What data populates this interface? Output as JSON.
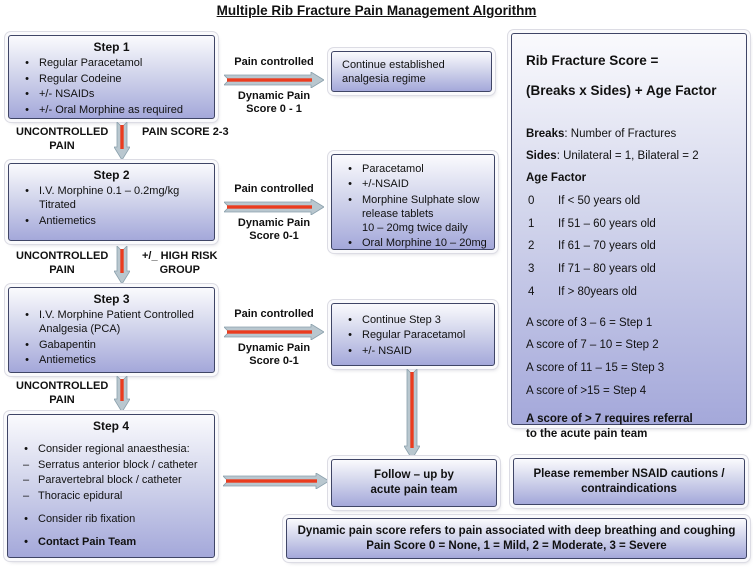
{
  "title": "Multiple Rib Fracture Pain Management Algorithm",
  "colors": {
    "box_border": "#3f4566",
    "box_fill_top": "#fafafd",
    "box_fill_bottom": "#a4a8da",
    "arrow_red": "#ea3c1f",
    "arrow_body": "#b9c7cf",
    "arrow_outline": "#8aa0ac"
  },
  "steps": [
    {
      "header": "Step 1",
      "items": [
        {
          "m": "•",
          "t": "Regular Paracetamol"
        },
        {
          "m": "•",
          "t": "Regular Codeine"
        },
        {
          "m": "•",
          "t": "+/- NSAIDs"
        },
        {
          "m": "•",
          "t": "+/- Oral Morphine as required"
        }
      ]
    },
    {
      "header": "Step 2",
      "items": [
        {
          "m": "•",
          "t": "I.V. Morphine 0.1 – 0.2mg/kg\nTitrated"
        },
        {
          "m": "•",
          "t": "Antiemetics"
        }
      ]
    },
    {
      "header": "Step 3",
      "items": [
        {
          "m": "•",
          "t": "I.V. Morphine Patient Controlled\nAnalgesia (PCA)"
        },
        {
          "m": "•",
          "t": "Gabapentin"
        },
        {
          "m": "•",
          "t": "Antiemetics"
        }
      ]
    },
    {
      "header": "Step 4",
      "items": [
        {
          "m": "•",
          "t": "Consider regional anaesthesia:",
          "gap": true
        },
        {
          "m": "–",
          "t": "Serratus anterior block / catheter"
        },
        {
          "m": "–",
          "t": "Paravertebral block / catheter"
        },
        {
          "m": "–",
          "t": "Thoracic epidural"
        },
        {
          "m": "•",
          "t": "Consider rib fixation",
          "gap": true
        },
        {
          "m": "•",
          "t": "Contact Pain Team",
          "b": true,
          "gap": true
        }
      ]
    }
  ],
  "connectors": [
    {
      "left": "UNCONTROLLED\nPAIN",
      "right": "PAIN SCORE 2-3"
    },
    {
      "left": "UNCONTROLLED\nPAIN",
      "right": "+/_ HIGH RISK\nGROUP"
    },
    {
      "left": "UNCONTROLLED\nPAIN",
      "right": ""
    }
  ],
  "flow_labels": [
    {
      "top": "Pain controlled",
      "bottom": "Dynamic  Pain\nScore 0 - 1"
    },
    {
      "top": "Pain controlled",
      "bottom": "Dynamic Pain\nScore 0-1"
    },
    {
      "top": "Pain controlled",
      "bottom": "Dynamic Pain\nScore 0-1"
    }
  ],
  "outcomes": [
    {
      "text": "Continue established\nanalgesia regime"
    },
    {
      "items": [
        {
          "m": "•",
          "t": "Paracetamol"
        },
        {
          "m": "•",
          "t": "+/-NSAID"
        },
        {
          "m": "•",
          "t": "Morphine Sulphate slow\nrelease tablets\n10 – 20mg twice daily"
        },
        {
          "m": "•",
          "t": "Oral Morphine 10 – 20mg"
        }
      ]
    },
    {
      "items": [
        {
          "m": "•",
          "t": "Continue Step 3"
        },
        {
          "m": "•",
          "t": "Regular Paracetamol"
        },
        {
          "m": "•",
          "t": "+/- NSAID"
        }
      ]
    }
  ],
  "panel": {
    "title_line1": "Rib Fracture Score =",
    "title_line2": "(Breaks x Sides) + Age Factor",
    "defs": [
      {
        "label": "Breaks",
        "rest": ": Number of Fractures"
      },
      {
        "label": "Sides",
        "rest": ": Unilateral = 1, Bilateral = 2"
      }
    ],
    "age_heading": "Age Factor",
    "age_rows": [
      {
        "m": "0",
        "t": "If < 50 years old"
      },
      {
        "m": "1",
        "t": "If 51 – 60 years old"
      },
      {
        "m": "2",
        "t": "If 61 – 70 years old"
      },
      {
        "m": "3",
        "t": "If 71 – 80 years old"
      },
      {
        "m": "4",
        "t": "If > 80years old"
      }
    ],
    "score_lines": [
      "A score of 3 – 6 = Step 1",
      "A score  of 7 – 10 = Step 2",
      "A score of 11 – 15 = Step 3",
      "A score of >15 = Step 4"
    ],
    "referral": "A score of > 7 requires referral\nto the acute pain team"
  },
  "followup_box": "Follow – up by\nacute pain team",
  "nsaid_box": "Please remember NSAID cautions /\ncontraindications",
  "dynamic_note": "Dynamic pain score refers to pain associated with deep breathing and coughing\nPain Score 0 = None, 1 = Mild, 2 = Moderate, 3 = Severe"
}
